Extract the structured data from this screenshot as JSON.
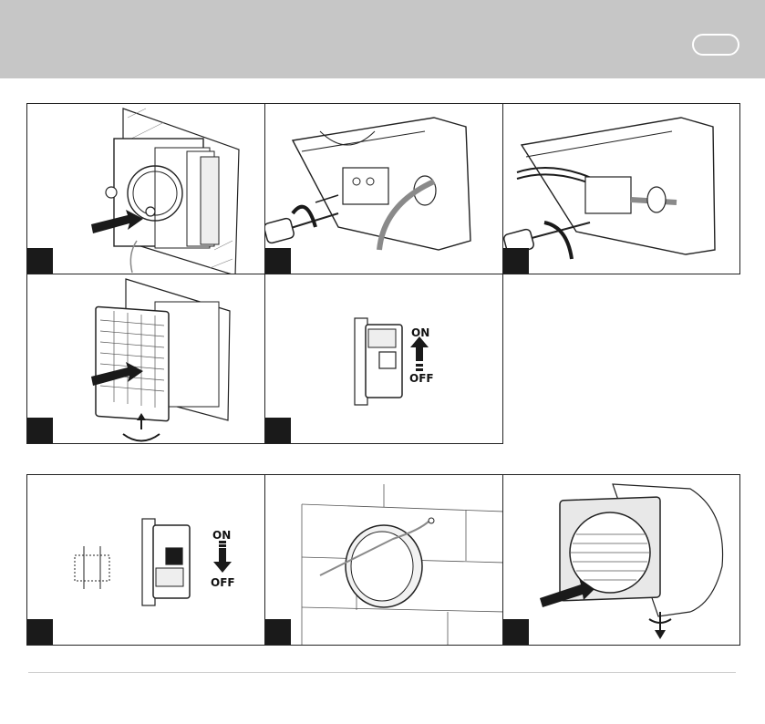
{
  "header": {
    "language_badge": ""
  },
  "panels": [
    {
      "id": 1,
      "step_label": ""
    },
    {
      "id": 2,
      "step_label": ""
    },
    {
      "id": 3,
      "step_label": ""
    },
    {
      "id": 4,
      "step_label": ""
    },
    {
      "id": 5,
      "step_label": "",
      "on_label": "ON",
      "off_label": "OFF"
    },
    {
      "id": 6,
      "step_label": "",
      "on_label": "ON",
      "off_label": "OFF"
    },
    {
      "id": 7,
      "step_label": ""
    },
    {
      "id": 8,
      "step_label": ""
    }
  ],
  "colors": {
    "header": "#c6c6c6",
    "ink": "#1a1a1a",
    "grey_cable": "#8a8a8a"
  }
}
